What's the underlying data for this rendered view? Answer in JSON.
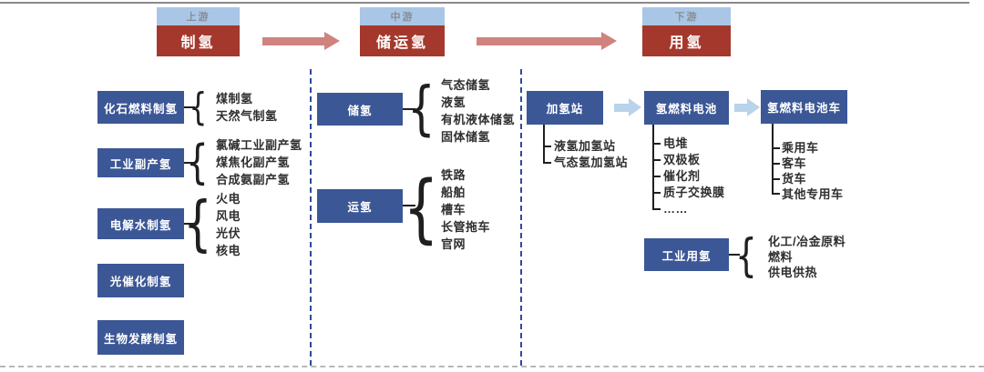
{
  "flow": {
    "stages": [
      {
        "tag": "上游",
        "label": "制氢"
      },
      {
        "tag": "中游",
        "label": "储运氢"
      },
      {
        "tag": "下游",
        "label": "用氢"
      }
    ]
  },
  "upstream": {
    "groups": [
      {
        "label": "化石燃料制氢",
        "items": [
          "煤制氢",
          "天然气制氢"
        ]
      },
      {
        "label": "工业副产氢",
        "items": [
          "氯碱工业副产氢",
          "煤焦化副产氢",
          "合成氨副产氢"
        ]
      },
      {
        "label": "电解水制氢",
        "items": [
          "火电",
          "风电",
          "光伏",
          "核电"
        ]
      },
      {
        "label": "光催化制氢",
        "items": []
      },
      {
        "label": "生物发酵制氢",
        "items": []
      }
    ]
  },
  "midstream": {
    "groups": [
      {
        "label": "储氢",
        "items": [
          "气态储氢",
          "液氢",
          "有机液体储氢",
          "固体储氢"
        ]
      },
      {
        "label": "运氢",
        "items": [
          "铁路",
          "船舶",
          "槽车",
          "长管拖车",
          "官网"
        ]
      }
    ]
  },
  "downstream": {
    "chain": [
      {
        "label": "加氢站",
        "items": [
          "液氢加氢站",
          "气态氢加氢站"
        ]
      },
      {
        "label": "氢燃料电池",
        "items": [
          "电堆",
          "双极板",
          "催化剂",
          "质子交换膜",
          "……"
        ]
      },
      {
        "label": "氢燃料电池车",
        "items": [
          "乘用车",
          "客车",
          "货车",
          "其他专用车"
        ]
      }
    ],
    "industry": {
      "label": "工业用氢",
      "items": [
        "化工/冶金原料",
        "燃料",
        "供电供热"
      ]
    }
  },
  "colors": {
    "stage-tag-bg": "#a9c6e6",
    "stage-tag-text": "#878d96",
    "stage-box-bg": "#a5382c",
    "node-box-bg": "#3b5796",
    "arrow-pink": "#cf837e",
    "arrow-blue": "#b9d3ea",
    "separator-blue": "#2e4a9b",
    "connector-dark": "#1f1f1f",
    "item-text": "#2f2f2f"
  }
}
